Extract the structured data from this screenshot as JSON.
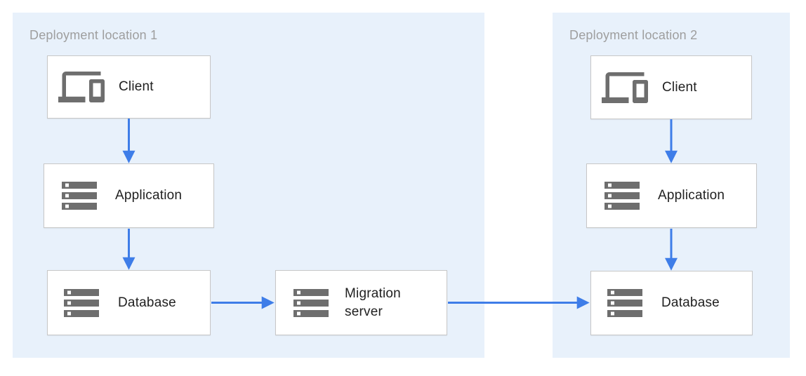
{
  "colors": {
    "canvas_bg": "#FFFFFF",
    "panel_bg": "#E8F1FB",
    "node_bg": "#FFFFFF",
    "node_border": "#C7C7C7",
    "icon": "#6E6E6E",
    "title_text": "#9E9E9E",
    "label_text": "#212121",
    "arrow": "#3E7DE8"
  },
  "panels": [
    {
      "title": "Deployment location 1"
    },
    {
      "title": "Deployment location 2"
    }
  ],
  "nodes": {
    "loc1_client": {
      "label": "Client",
      "icon": "devices-icon"
    },
    "loc1_application": {
      "label": "Application",
      "icon": "server-stack-icon"
    },
    "loc1_database": {
      "label": "Database",
      "icon": "server-stack-icon"
    },
    "migration_server": {
      "label": "Migration server",
      "icon": "server-stack-icon"
    },
    "loc2_client": {
      "label": "Client",
      "icon": "devices-icon"
    },
    "loc2_application": {
      "label": "Application",
      "icon": "server-stack-icon"
    },
    "loc2_database": {
      "label": "Database",
      "icon": "server-stack-icon"
    }
  },
  "edges": [
    {
      "from": "loc1_client",
      "to": "loc1_application"
    },
    {
      "from": "loc1_application",
      "to": "loc1_database"
    },
    {
      "from": "loc1_database",
      "to": "migration_server"
    },
    {
      "from": "migration_server",
      "to": "loc2_database"
    },
    {
      "from": "loc2_client",
      "to": "loc2_application"
    },
    {
      "from": "loc2_application",
      "to": "loc2_database"
    }
  ]
}
